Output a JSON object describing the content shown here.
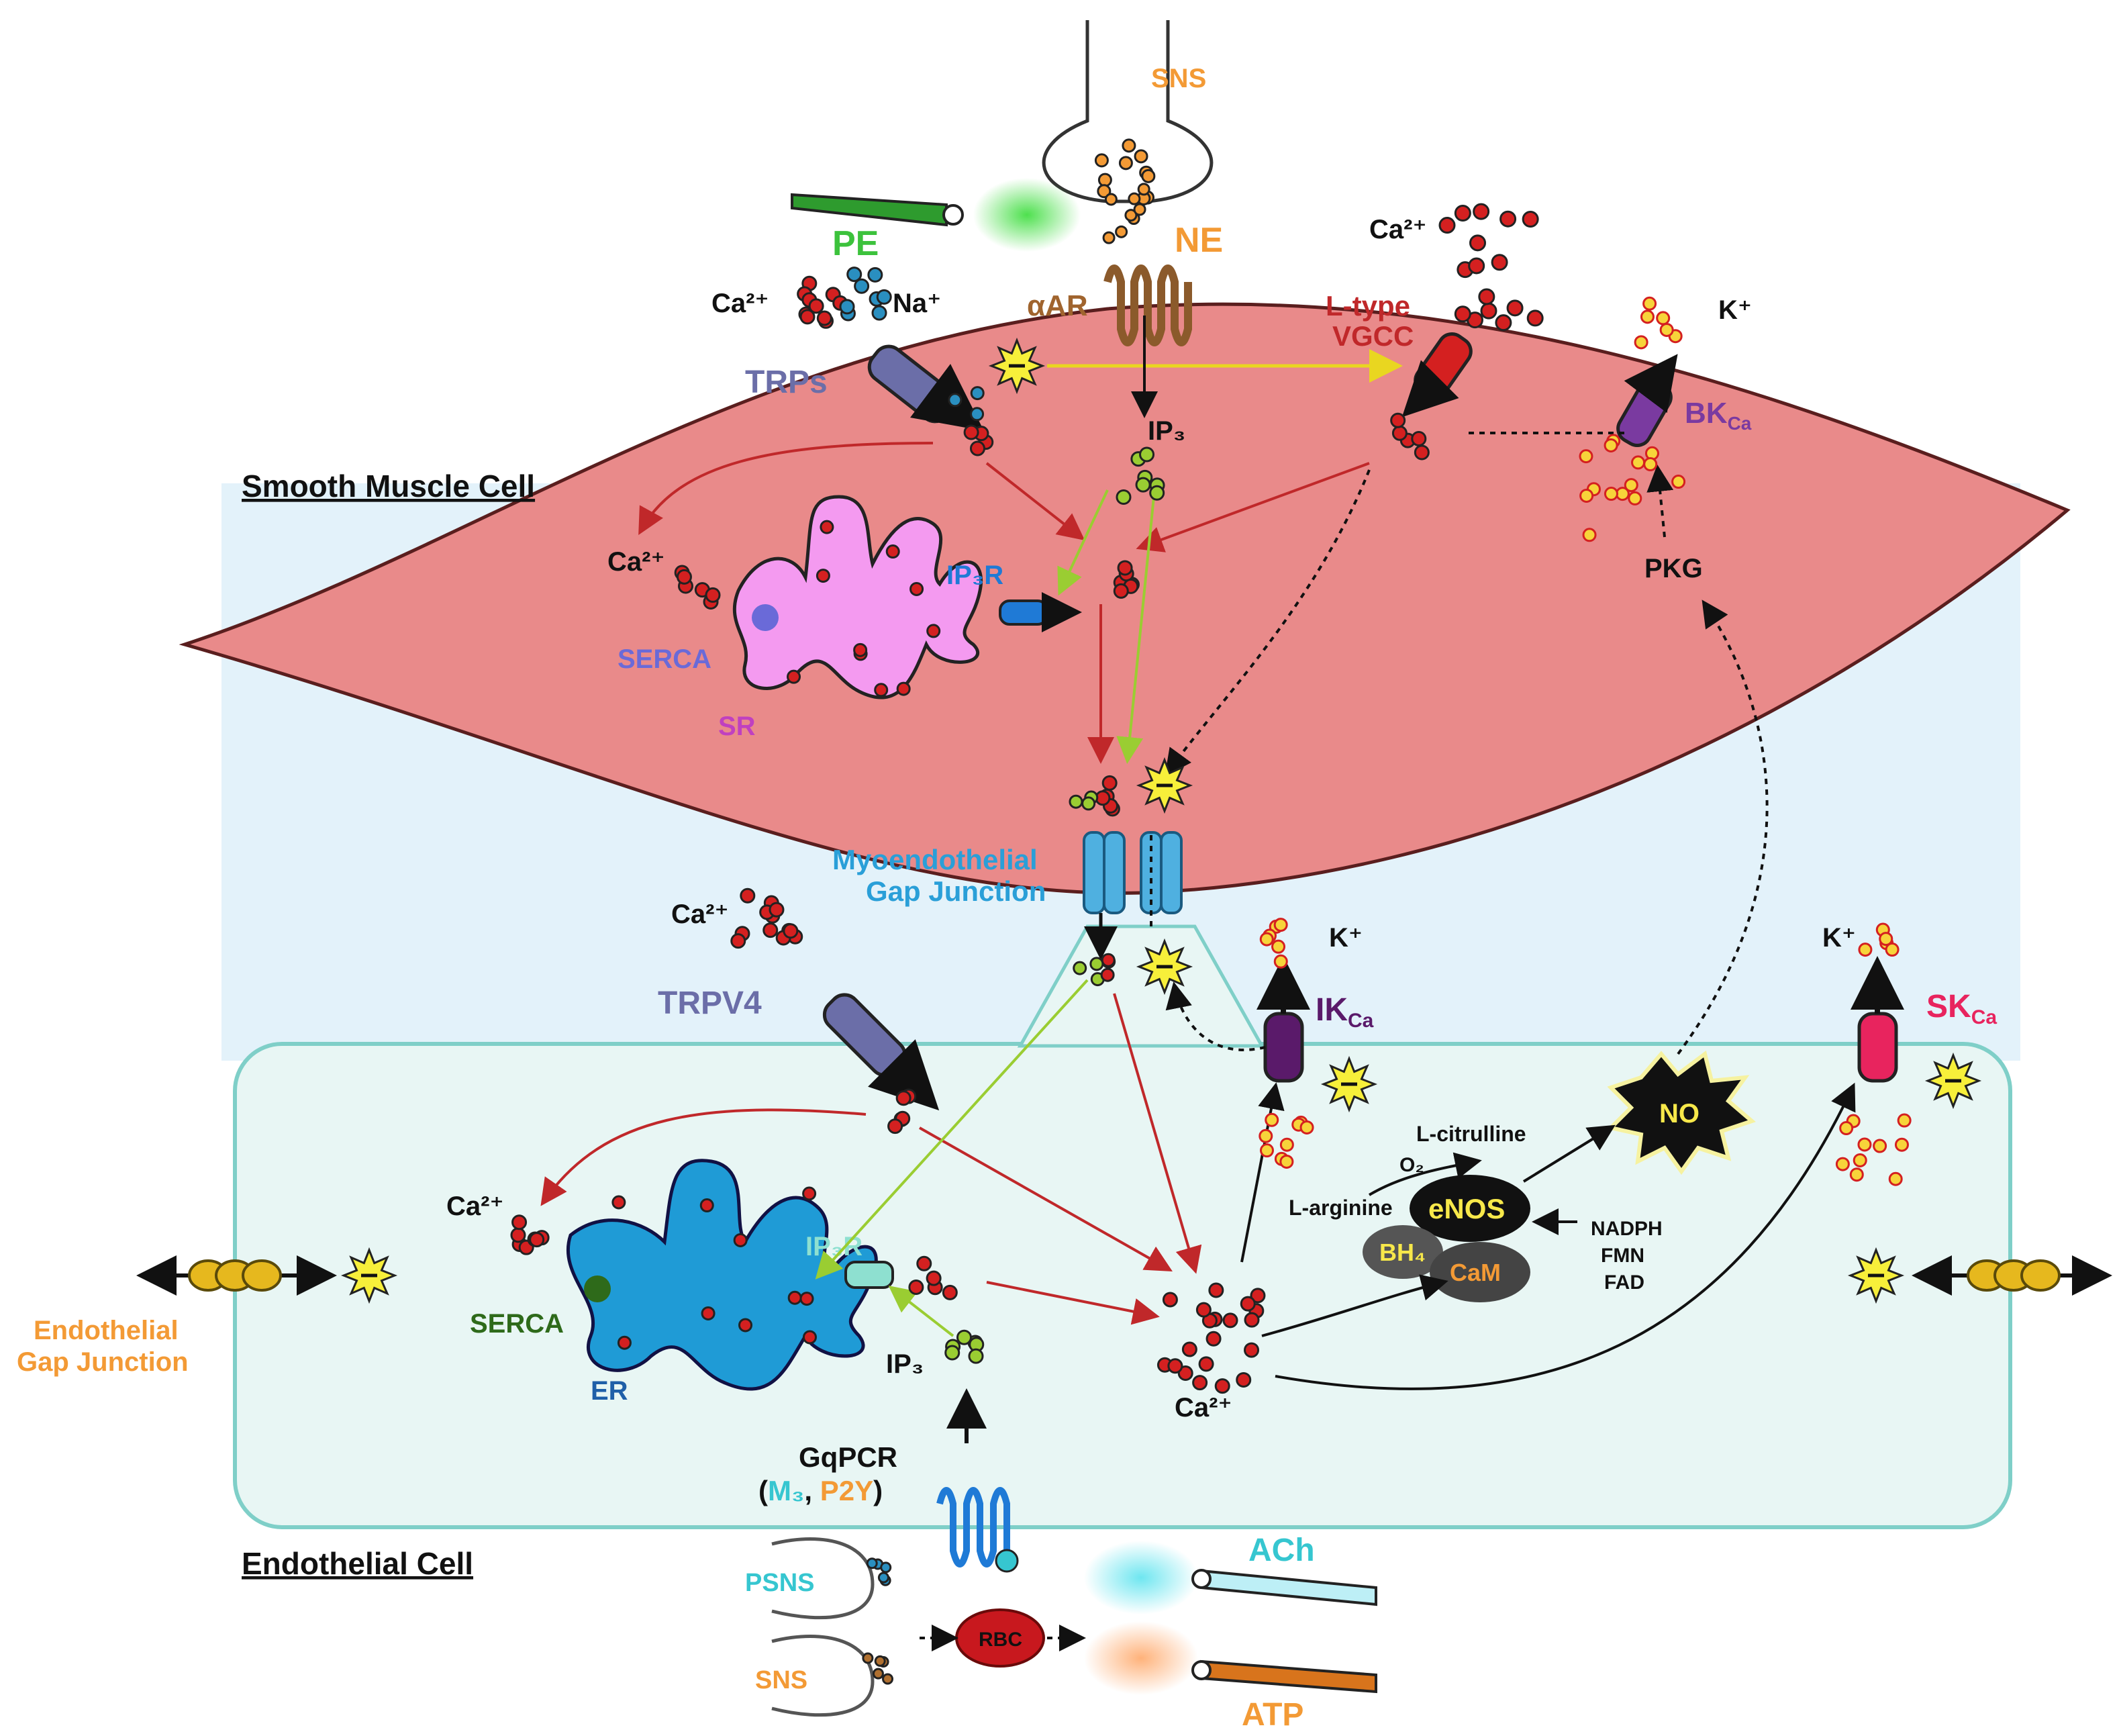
{
  "cells": {
    "smooth_muscle": "Smooth Muscle Cell",
    "endothelial": "Endothelial Cell"
  },
  "smc": {
    "sns": "SNS",
    "pe": "PE",
    "ne": "NE",
    "alpha_ar": "αAR",
    "ca_left": "Ca²⁺",
    "na": "Na⁺",
    "trps": "TRPs",
    "ip3": "IP₃",
    "ltype_line1": "L-type",
    "ltype_line2": "VGCC",
    "ca_top_right": "Ca²⁺",
    "k_top": "K⁺",
    "bkca": "BK",
    "bkca_sub": "Ca",
    "ca_sr": "Ca²⁺",
    "serca": "SERCA",
    "sr": "SR",
    "ip3r": "IP₃R",
    "pkg": "PKG"
  },
  "junction": {
    "line1": "Myoendothelial",
    "line2": "Gap Junction"
  },
  "ec": {
    "ca_trpv4": "Ca²⁺",
    "trpv4": "TRPV4",
    "k_ik": "K⁺",
    "ikca": "IK",
    "ikca_sub": "Ca",
    "k_sk": "K⁺",
    "skca": "SK",
    "skca_sub": "Ca",
    "l_citrulline": "L-citrulline",
    "o2": "O₂",
    "l_arginine": "L-arginine",
    "enos": "eNOS",
    "bh4": "BH₄",
    "cam": "CaM",
    "nadph": "NADPH",
    "fmn": "FMN",
    "fad": "FAD",
    "no": "NO",
    "ca_er": "Ca²⁺",
    "serca": "SERCA",
    "er": "ER",
    "ip3r": "IP₃R",
    "ip3": "IP₃",
    "ca_bottom": "Ca²⁺",
    "gqpcr": "GqPCR",
    "m3": "M₃",
    "p2y": "P2Y",
    "endo_gj_line1": "Endothelial",
    "endo_gj_line2": "Gap Junction",
    "psns": "PSNS",
    "sns": "SNS",
    "rbc": "RBC",
    "ach": "ACh",
    "atp": "ATP"
  },
  "colors": {
    "smc_fill": "#e98a8a",
    "ec_fill": "#e8f6f4",
    "bg_blue": "#e3f2fa",
    "ca_dot": "#d42020",
    "na_dot": "#2a8fc0",
    "ip3_dot": "#9acd32",
    "k_dot": "#f7d43a",
    "orange": "#f39a35",
    "red_arrow": "#c0282a",
    "green_arrow": "#9acd32",
    "sr_fill": "#f49af0",
    "er_fill": "#1f9bd6"
  }
}
